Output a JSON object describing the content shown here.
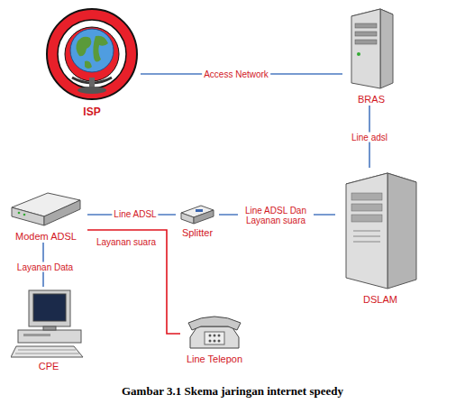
{
  "diagram": {
    "caption": "Gambar 3.1 Skema jaringan internet speedy",
    "nodes": [
      {
        "text": [
          "ISP"
        ]
      },
      {
        "text": [
          "BRAS"
        ]
      },
      {
        "text": [
          "Modem ADSL"
        ]
      },
      {
        "text": [
          "Splitter"
        ]
      },
      {
        "text": [
          "DSLAM"
        ]
      },
      {
        "text": [
          "CPE"
        ]
      },
      {
        "text": [
          "Line Telepon"
        ]
      }
    ],
    "edges": [
      {
        "from": 0,
        "to": 1,
        "arrow": "none",
        "label": "Access Network"
      },
      {
        "from": 1,
        "to": 4,
        "arrow": "none",
        "label": "Line adsl"
      },
      {
        "from": 4,
        "to": 3,
        "arrow": "none",
        "label": "Line ADSL Dan Layanan suara"
      },
      {
        "from": 3,
        "to": 2,
        "arrow": "none",
        "label": "Line ADSL"
      },
      {
        "from": 2,
        "to": 5,
        "arrow": "none",
        "label": "Layanan Data"
      },
      {
        "from": 2,
        "to": 6,
        "arrow": "none",
        "label": "Layanan suara"
      }
    ]
  }
}
